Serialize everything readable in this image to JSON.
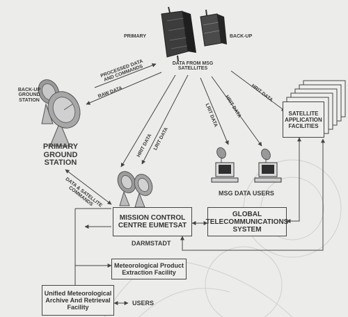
{
  "labels": {
    "primary": "PRIMARY",
    "backup": "BACK-UP",
    "data_from_msg": "DATA FROM MSG SATELLITES",
    "processed_data": "PROCESSED DATA AND COMMANDS",
    "raw_data": "RAW DATA",
    "backup_ground_station": "BACK-UP GROUND STATION",
    "primary_ground_station": "PRIMARY GROUND STATION",
    "data_satellite_commands": "DATA & SATELLITE COMMANDS",
    "hrit_data_1": "HRIT DATA",
    "lrit_data_1": "LRIT DATA",
    "lrit_data_2": "LRIT DATA",
    "hrit_data_2": "HRIT DATA",
    "hrit_data_3": "HRIT DATA",
    "msg_data_users": "MSG DATA USERS",
    "darmstadt": "DARMSTADT",
    "users": "USERS"
  },
  "boxes": {
    "saf": "SATELLITE APPLICATION FACILITIES",
    "mcc": "MISSION CONTROL CENTRE EUMETSAT",
    "gts": "GLOBAL TELECOMMUNICATIONS SYSTEM",
    "mpef": "Meteorological Product Extraction Facility",
    "umarf": "Unified Meteorological Archive And Retrieval Facility"
  },
  "colors": {
    "background": "#ececea",
    "line": "#444444",
    "box_fill": "#eeeeec",
    "satellite_dark": "#3c3c3c",
    "satellite_mid": "#707070"
  },
  "icons": [
    "satellite-primary-icon",
    "satellite-backup-icon",
    "ground-station-dish-icon",
    "mcc-dish-icon",
    "computer-icon"
  ]
}
